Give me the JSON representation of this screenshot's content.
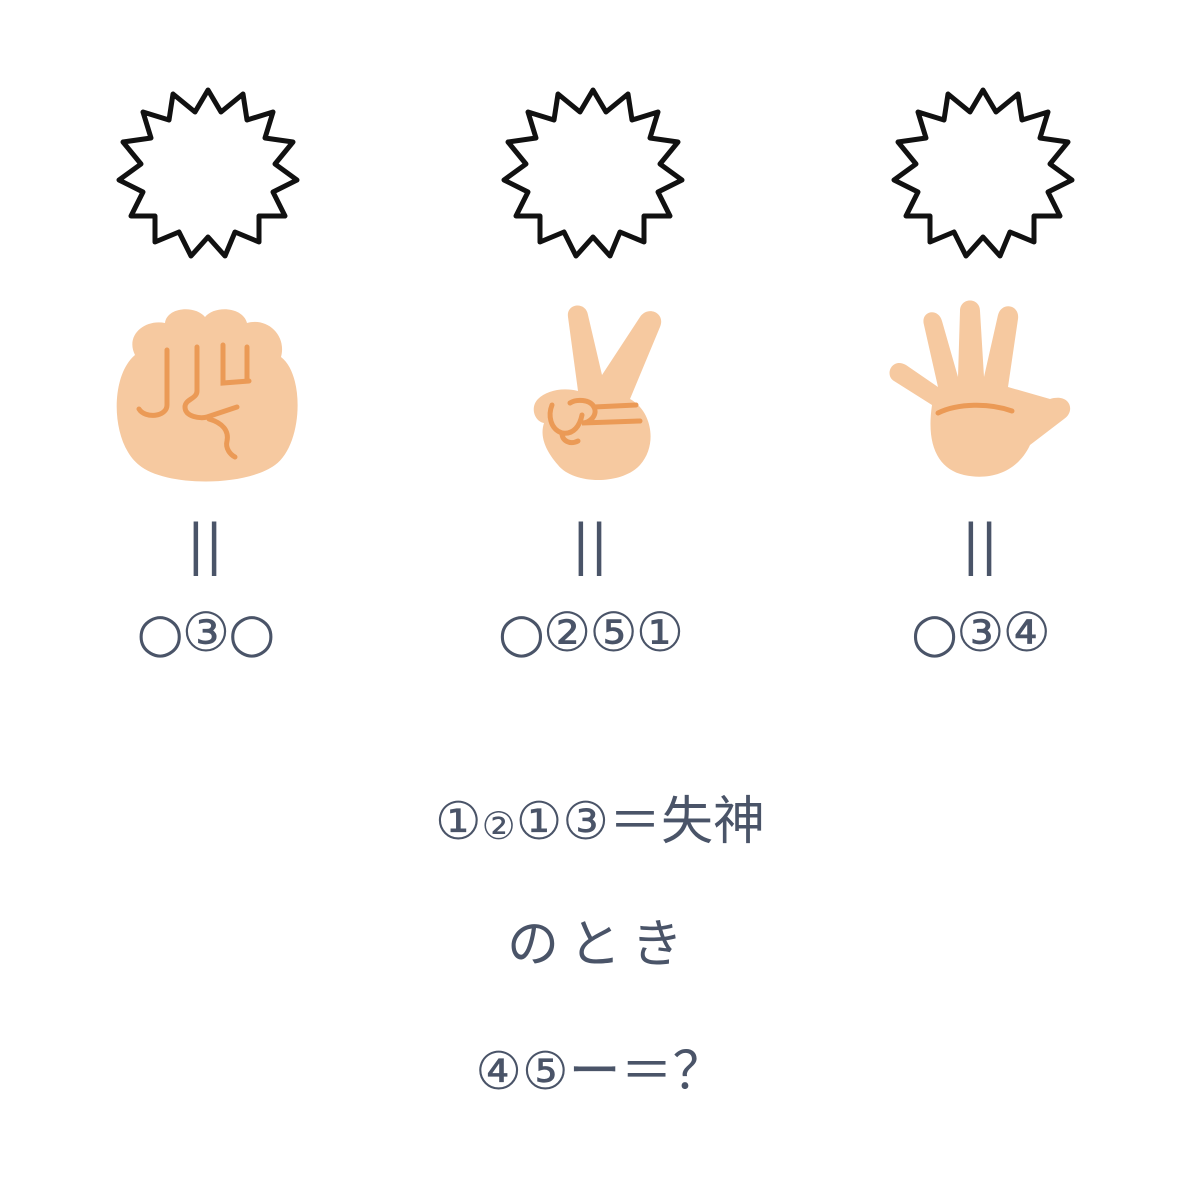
{
  "puzzle": {
    "columns": [
      {
        "hand": "rock-hand-icon",
        "equals": "||",
        "clue": "○③○"
      },
      {
        "hand": "scissors-hand-icon",
        "equals": "||",
        "clue": "○②⑤①"
      },
      {
        "hand": "paper-hand-icon",
        "equals": "||",
        "clue": "○③④"
      }
    ],
    "hint": {
      "part_a": "①",
      "part_b": "②",
      "part_c": "①③＝失神"
    },
    "connector": "のとき",
    "question": "④⑤ー＝？"
  },
  "colors": {
    "text": "#4a5468",
    "skin": "#f6c9a0",
    "skin_line": "#eb9a56",
    "outline": "#111111"
  }
}
